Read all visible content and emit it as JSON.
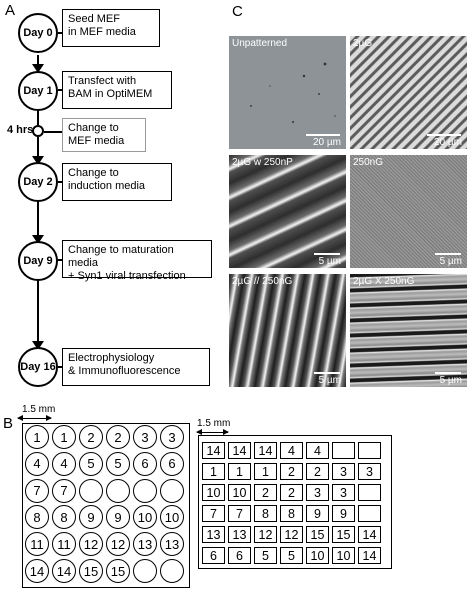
{
  "panels": {
    "a": "A",
    "b": "B",
    "c": "C"
  },
  "timeline": {
    "days": [
      {
        "label": "Day 0",
        "step": "Seed MEF\nin MEF media"
      },
      {
        "label": "Day 1",
        "step": "Transfect with\nBAM in OptiMEM"
      },
      {
        "label": "Day 2",
        "step": "Change to\ninduction media"
      },
      {
        "label": "Day 9",
        "step": "Change to maturation media\n+ Syn1 viral transfection"
      },
      {
        "label": "Day 16",
        "step": "Electrophysiology\n& Immunofluorescence"
      }
    ],
    "hours_label": "4 hrs",
    "hours_step": "Change to\nMEF media"
  },
  "micrographs": [
    {
      "label": "Unpatterned",
      "scale": "20 µm"
    },
    {
      "label": "2µG",
      "scale": "20 µm"
    },
    {
      "label": "2µG w 250nP",
      "scale": "5 µm"
    },
    {
      "label": "250nG",
      "scale": "5 µm"
    },
    {
      "label": "2µG // 250nG",
      "scale": "5 µm"
    },
    {
      "label": "2µG X 250nG",
      "scale": "5 µm"
    }
  ],
  "plate_circles": {
    "dimension": "1.5 mm",
    "rows": [
      [
        "1",
        "1",
        "2",
        "2",
        "3",
        "3"
      ],
      [
        "4",
        "4",
        "5",
        "5",
        "6",
        "6"
      ],
      [
        "7",
        "7",
        "",
        "",
        "",
        ""
      ],
      [
        "8",
        "8",
        "9",
        "9",
        "10",
        "10"
      ],
      [
        "11",
        "11",
        "12",
        "12",
        "13",
        "13"
      ],
      [
        "14",
        "14",
        "15",
        "15",
        "",
        ""
      ]
    ]
  },
  "plate_squares": {
    "dimension": "1.5 mm",
    "rows": [
      [
        "14",
        "14",
        "14",
        "4",
        "4",
        "",
        ""
      ],
      [
        "1",
        "1",
        "1",
        "2",
        "2",
        "3",
        "3"
      ],
      [
        "10",
        "10",
        "2",
        "2",
        "3",
        "3",
        ""
      ],
      [
        "7",
        "7",
        "8",
        "8",
        "9",
        "9",
        ""
      ],
      [
        "13",
        "13",
        "12",
        "12",
        "15",
        "15",
        "14"
      ],
      [
        "6",
        "6",
        "5",
        "5",
        "10",
        "10",
        "14"
      ]
    ]
  }
}
